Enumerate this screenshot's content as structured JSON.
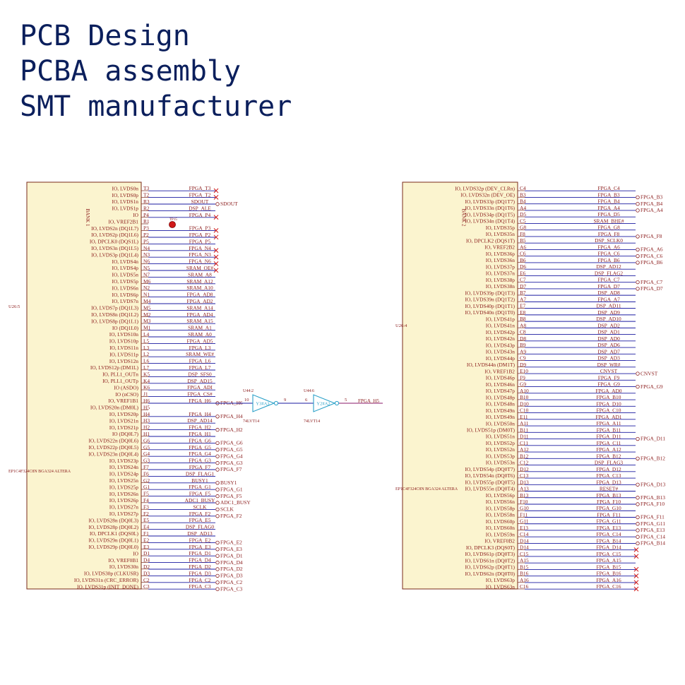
{
  "banner": {
    "line1": "PCB Design",
    "line2": "PCBA assembly",
    "line3": "SMT manufacturer"
  },
  "colors": {
    "body": "#fbf4cf",
    "outline": "#7a2a1a",
    "text": "#8a1a1a",
    "wire": "#1a1aa0",
    "buffer": "#2aa0c8",
    "mark": "#d01818"
  },
  "left_chip": {
    "bank_label": "BANK 1",
    "ref": "U26:5",
    "part": "EP1C4F324C8N  BGA324  ALTERA",
    "pins": [
      {
        "name": "IO, LVDS0n",
        "num": "T3",
        "net": "FPGA_T3",
        "x": true
      },
      {
        "name": "IO, LVDS0p",
        "num": "T2",
        "net": "FPGA_T2",
        "x": true
      },
      {
        "name": "IO, LVDS1n",
        "num": "R3",
        "net": "SDOUT",
        "ext": "SDOUT"
      },
      {
        "name": "IO, LVDS1p",
        "num": "R2",
        "net": "DSP_ALE"
      },
      {
        "name": "IO",
        "num": "P4",
        "net": "FPGA_P4",
        "x": true
      },
      {
        "name": "IO, VREF2B1",
        "num": "R1",
        "net": "",
        "tp": "TP15"
      },
      {
        "name": "IO, LVDS2n (DQ1L7)",
        "num": "P3",
        "net": "FPGA_P3",
        "x": true
      },
      {
        "name": "IO, LVDS2p (DQ1L6)",
        "num": "P2",
        "net": "FPGA_P2",
        "x": true
      },
      {
        "name": "IO, DPCLK0 (DQS1L)",
        "num": "P5",
        "net": "FPGA_P5"
      },
      {
        "name": "IO, LVDS3n (DQ1L5)",
        "num": "N4",
        "net": "FPGA_N4",
        "x": true
      },
      {
        "name": "IO, LVDS3p (DQ1L4)",
        "num": "N3",
        "net": "FPGA_N3",
        "x": true
      },
      {
        "name": "IO, LVDS4n",
        "num": "N6",
        "net": "FPGA_N6",
        "x": true
      },
      {
        "name": "IO, LVDS4p",
        "num": "N5",
        "net": "SRAM_OE#",
        "x": true
      },
      {
        "name": "IO, LVDS5n",
        "num": "N7",
        "net": "SRAM_A8"
      },
      {
        "name": "IO, LVDS5p",
        "num": "M6",
        "net": "SRAM_A12"
      },
      {
        "name": "IO, LVDS6n",
        "num": "N2",
        "net": "SRAM_A10"
      },
      {
        "name": "IO, LVDS6p",
        "num": "N1",
        "net": "FPGA_AD8"
      },
      {
        "name": "IO, LVDS7n",
        "num": "M4",
        "net": "FPGA_AD2"
      },
      {
        "name": "IO, LVDS7p (DQ1L3)",
        "num": "M5",
        "net": "SRAM_A14"
      },
      {
        "name": "IO, LVDS8n (DQ1L2)",
        "num": "M2",
        "net": "FPGA_AD4"
      },
      {
        "name": "IO, LVDS8p (DQ1L1)",
        "num": "M3",
        "net": "SRAM_A15"
      },
      {
        "name": "IO (DQ1L0)",
        "num": "M1",
        "net": "SRAM_A1"
      },
      {
        "name": "IO, LVDS10n",
        "num": "L4",
        "net": "SRAM_A0"
      },
      {
        "name": "IO, LVDS10p",
        "num": "L5",
        "net": "FPGA_AD5"
      },
      {
        "name": "IO, LVDS11n",
        "num": "L3",
        "net": "FPGA_L3"
      },
      {
        "name": "IO, LVDS11p",
        "num": "L2",
        "net": "SRAM_WE#"
      },
      {
        "name": "IO, LVDS12n",
        "num": "L6",
        "net": "FPGA_L6"
      },
      {
        "name": "IO, LVDS12p (DM1L)",
        "num": "L7",
        "net": "FPGA_L7"
      },
      {
        "name": "IO, PLL1_OUTn",
        "num": "K5",
        "net": "DSP_SFS0"
      },
      {
        "name": "IO, PLL1_OUTp",
        "num": "K4",
        "net": "DSP_AD15"
      },
      {
        "name": "IO (ASDO)",
        "num": "K6",
        "net": "FPGA_ADI"
      },
      {
        "name": "IO (nCSO)",
        "num": "J1",
        "net": "FPGA_CS#"
      },
      {
        "name": "IO, VREF1B1",
        "num": "H6",
        "net": "FPGA_H6",
        "ext": "FPGA_H6"
      },
      {
        "name": "IO, LVDS20n (DM0L)",
        "num": "H5",
        "net": ""
      },
      {
        "name": "IO, LVDS20p",
        "num": "H4",
        "net": "FPGA_H4",
        "ext": "FPGA_H4"
      },
      {
        "name": "IO, LVDS21n",
        "num": "H3",
        "net": "DSP_AD14"
      },
      {
        "name": "IO, LVDS21p",
        "num": "H2",
        "net": "FPGA_H2",
        "ext": "FPGA_H2"
      },
      {
        "name": "IO (DQ0L7)",
        "num": "H1",
        "net": "FPGA_H1"
      },
      {
        "name": "IO, LVDS22n (DQ0L6)",
        "num": "G6",
        "net": "FPGA_G6",
        "ext": "FPGA_G6"
      },
      {
        "name": "IO, LVDS22p (DQ0L5)",
        "num": "G5",
        "net": "FPGA_G5",
        "ext": "FPGA_G5"
      },
      {
        "name": "IO, LVDS23n (DQ0L4)",
        "num": "G4",
        "net": "FPGA_G4",
        "ext": "FPGA_G4"
      },
      {
        "name": "IO, LVDS23p",
        "num": "G3",
        "net": "FPGA_G3",
        "ext": "FPGA_G3"
      },
      {
        "name": "IO, LVDS24n",
        "num": "F7",
        "net": "FPGA_F7",
        "ext": "FPGA_F7"
      },
      {
        "name": "IO, LVDS24p",
        "num": "F6",
        "net": "DSP_FLAG1"
      },
      {
        "name": "IO, LVDS25n",
        "num": "G2",
        "net": "BUSY1",
        "ext": "BUSY1"
      },
      {
        "name": "IO, LVDS25p",
        "num": "G1",
        "net": "FPGA_G1",
        "ext": "FPGA_G1"
      },
      {
        "name": "IO, LVDS26n",
        "num": "F5",
        "net": "FPGA_F5",
        "ext": "FPGA_F5"
      },
      {
        "name": "IO, LVDS26p",
        "num": "F4",
        "net": "ADC1_BUSY",
        "ext": "ADC1_BUSY"
      },
      {
        "name": "IO, LVDS27n",
        "num": "F3",
        "net": "SCLK",
        "ext": "SCLK"
      },
      {
        "name": "IO, LVDS27p",
        "num": "F2",
        "net": "FPGA_F2",
        "ext": "FPGA_F2"
      },
      {
        "name": "IO, LVDS28n (DQ0L3)",
        "num": "E5",
        "net": "FPGA_E5"
      },
      {
        "name": "IO, LVDS28p (DQ0L2)",
        "num": "E4",
        "net": "DSP_FLAG0"
      },
      {
        "name": "IO, DPCLK1 (DQS0L)",
        "num": "F1",
        "net": "DSP_AD13"
      },
      {
        "name": "IO, LVDS29n (DQ0L1)",
        "num": "E2",
        "net": "FPGA_E2",
        "ext": "FPGA_E2"
      },
      {
        "name": "IO, LVDS29p (DQ0L0)",
        "num": "E3",
        "net": "FPGA_E3",
        "ext": "FPGA_E3"
      },
      {
        "name": "IO",
        "num": "D1",
        "net": "FPGA_D1",
        "ext": "FPGA_D1"
      },
      {
        "name": "IO, VREF0B1",
        "num": "D4",
        "net": "FPGA_D4",
        "ext": "FPGA_D4"
      },
      {
        "name": "IO, LVDS30n",
        "num": "D2",
        "net": "FPGA_D2",
        "ext": "FPGA_D2"
      },
      {
        "name": "IO, LVDS30p (CLKUSR)",
        "num": "D3",
        "net": "FPGA_D3",
        "ext": "FPGA_D3"
      },
      {
        "name": "IO, LVDS31n (CRC_ERROR)",
        "num": "C2",
        "net": "FPGA_C2",
        "ext": "FPGA_C2"
      },
      {
        "name": "IO, LVDS31p (INIT_DONE)",
        "num": "C3",
        "net": "FPGA_C3",
        "ext": "FPGA_C3"
      }
    ]
  },
  "right_chip": {
    "bank_label": "BANK 2",
    "ref": "U26:4",
    "part": "EP1C4F324C8N  BGA324  ALTERA",
    "pins": [
      {
        "name": "IO, LVDS32p (DEV_CLRn)",
        "num": "C4",
        "net": "FPGA_C4"
      },
      {
        "name": "IO, LVDS32n (DEV_OE)",
        "num": "B3",
        "net": "FPGA_B3",
        "ext": "FPGA_B3"
      },
      {
        "name": "IO, LVDS33p (DQ1T7)",
        "num": "B4",
        "net": "FPGA_B4",
        "ext": "FPGA_B4"
      },
      {
        "name": "IO, LVDS33n (DQ1T6)",
        "num": "A4",
        "net": "FPGA_A4",
        "ext": "FPGA_A4"
      },
      {
        "name": "IO, LVDS34p (DQ1T5)",
        "num": "D5",
        "net": "FPGA_D5"
      },
      {
        "name": "IO, LVDS34n (DQ1T4)",
        "num": "C5",
        "net": "SRAM_BHE#"
      },
      {
        "name": "IO, LVDS35p",
        "num": "G8",
        "net": "FPGA_G8"
      },
      {
        "name": "IO, LVDS35n",
        "num": "F8",
        "net": "FPGA_F8",
        "ext": "FPGA_F8"
      },
      {
        "name": "IO, DPCLK2 (DQS1T)",
        "num": "B5",
        "net": "DSP_SCLK0"
      },
      {
        "name": "IO, VREF2B2",
        "num": "A6",
        "net": "FPGA_A6",
        "ext": "FPGA_A6"
      },
      {
        "name": "IO, LVDS36p",
        "num": "C6",
        "net": "FPGA_C6",
        "ext": "FPGA_C6"
      },
      {
        "name": "IO, LVDS36n",
        "num": "B6",
        "net": "FPGA_B6",
        "ext": "FPGA_B6"
      },
      {
        "name": "IO, LVDS37p",
        "num": "D6",
        "net": "DSP_AD12"
      },
      {
        "name": "IO, LVDS37n",
        "num": "E6",
        "net": "DSP_FLAG2"
      },
      {
        "name": "IO, LVDS38p",
        "num": "C7",
        "net": "FPGA_C7",
        "ext": "FPGA_C7"
      },
      {
        "name": "IO, LVDS38n",
        "num": "D7",
        "net": "FPGA_D7",
        "ext": "FPGA_D7"
      },
      {
        "name": "IO, LVDS39p (DQ1T3)",
        "num": "B7",
        "net": "DSP_AD8"
      },
      {
        "name": "IO, LVDS39n (DQ1T2)",
        "num": "A7",
        "net": "FPGA_A7"
      },
      {
        "name": "IO, LVDS40p (DQ1T1)",
        "num": "E7",
        "net": "DSP_AD11"
      },
      {
        "name": "IO, LVDS40n (DQ1T0)",
        "num": "E8",
        "net": "DSP_AD9"
      },
      {
        "name": "IO, LVDS41p",
        "num": "B8",
        "net": "DSP_AD10"
      },
      {
        "name": "IO, LVDS41n",
        "num": "A8",
        "net": "DSP_AD2"
      },
      {
        "name": "IO, LVDS42p",
        "num": "C8",
        "net": "DSP_AD1"
      },
      {
        "name": "IO, LVDS42n",
        "num": "D8",
        "net": "DSP_AD0"
      },
      {
        "name": "IO, LVDS43p",
        "num": "B9",
        "net": "DSP_AD6"
      },
      {
        "name": "IO, LVDS43n",
        "num": "A9",
        "net": "DSP_AD7"
      },
      {
        "name": "IO, LVDS44p",
        "num": "C9",
        "net": "DSP_AD3"
      },
      {
        "name": "IO, LVDS44n (DM1T)",
        "num": "D9",
        "net": "DSP_WR#"
      },
      {
        "name": "IO, VREF1B2",
        "num": "E10",
        "net": "CNVST",
        "ext": "CNVST"
      },
      {
        "name": "IO, LVDS46p",
        "num": "F9",
        "net": "FPGA_F9"
      },
      {
        "name": "IO, LVDS46n",
        "num": "G9",
        "net": "FPGA_G9",
        "ext": "FPGA_G9"
      },
      {
        "name": "IO, LVDS47p",
        "num": "A10",
        "net": "FPGA_AD0"
      },
      {
        "name": "IO, LVDS48p",
        "num": "B10",
        "net": "FPGA_B10"
      },
      {
        "name": "IO, LVDS48n",
        "num": "D10",
        "net": "FPGA_D10"
      },
      {
        "name": "IO, LVDS49n",
        "num": "C10",
        "net": "FPGA_C10"
      },
      {
        "name": "IO, LVDS49n",
        "num": "E11",
        "net": "FPGA_AD1"
      },
      {
        "name": "IO, LVDS50n",
        "num": "A11",
        "net": "FPGA_A11"
      },
      {
        "name": "IO, LVDS51p (DM0T)",
        "num": "B11",
        "net": "FPGA_B11"
      },
      {
        "name": "IO, LVDS51n",
        "num": "D11",
        "net": "FPGA_D11",
        "ext": "FPGA_D11"
      },
      {
        "name": "IO, LVDS52p",
        "num": "C11",
        "net": "FPGA_C11"
      },
      {
        "name": "IO, LVDS52n",
        "num": "A12",
        "net": "FPGA_A12"
      },
      {
        "name": "IO, LVDS53p",
        "num": "B12",
        "net": "FPGA_B12",
        "ext": "FPGA_B12"
      },
      {
        "name": "IO, LVDS53n",
        "num": "C12",
        "net": "DSP_FLAG3"
      },
      {
        "name": "IO, LVDS54p (DQ0T7)",
        "num": "D12",
        "net": "FPGA_D12"
      },
      {
        "name": "IO, LVDS54n (DQ0T6)",
        "num": "C13",
        "net": "FPGA_C13"
      },
      {
        "name": "IO, LVDS55p (DQ0T5)",
        "num": "D13",
        "net": "FPGA_D13",
        "ext": "FPGA_D13"
      },
      {
        "name": "IO, LVDS55n (DQ0T4)",
        "num": "A13",
        "net": "RESET#"
      },
      {
        "name": "IO, LVDS56p",
        "num": "B13",
        "net": "FPGA_B13",
        "ext": "FPGA_B13"
      },
      {
        "name": "IO, LVDS56n",
        "num": "F10",
        "net": "FPGA_F10",
        "ext": "FPGA_F10"
      },
      {
        "name": "IO, LVDS58p",
        "num": "G10",
        "net": "FPGA_G10"
      },
      {
        "name": "IO, LVDS58n",
        "num": "F11",
        "net": "FPGA_F11",
        "ext": "FPGA_F11"
      },
      {
        "name": "IO, LVDS60p",
        "num": "G11",
        "net": "FPGA_G11",
        "ext": "FPGA_G11"
      },
      {
        "name": "IO, LVDS60n",
        "num": "E13",
        "net": "FPGA_E13",
        "ext": "FPGA_E13"
      },
      {
        "name": "IO, LVDS59n",
        "num": "C14",
        "net": "FPGA_C14",
        "ext": "FPGA_C14"
      },
      {
        "name": "IO, VREF0B2",
        "num": "D14",
        "net": "FPGA_B14",
        "ext": "FPGA_B14"
      },
      {
        "name": "IO, DPCLK3 (DQS0T)",
        "num": "D14",
        "net": "FPGA_D14",
        "x": true
      },
      {
        "name": "IO, LVDS61p (DQ0T3)",
        "num": "C15",
        "net": "FPGA_C15",
        "x": true
      },
      {
        "name": "IO, LVDS61n (DQ0T2)",
        "num": "A15",
        "net": "FPGA_A15"
      },
      {
        "name": "IO, LVDS62p (DQ0T1)",
        "num": "B15",
        "net": "FPGA_B15",
        "x": true
      },
      {
        "name": "IO, LVDS62n (DQ0T0)",
        "num": "B16",
        "net": "FPGA_B16",
        "x": true
      },
      {
        "name": "IO, LVDS63p",
        "num": "A16",
        "net": "FPGA_A16",
        "x": true
      },
      {
        "name": "IO, LVDS63n",
        "num": "C16",
        "net": "FPGA_C16",
        "x": true
      }
    ]
  },
  "buffer": {
    "gate1": {
      "ref": "U44:2",
      "pin_in": "10",
      "pin_out": "9",
      "label": "Y3#A3",
      "part": "74LVT14"
    },
    "gate2": {
      "ref": "U44:6",
      "pin_in": "6",
      "pin_out": "5",
      "label": "Y2#A2",
      "part": "74LVT14"
    },
    "out_net": "FPGA_H5"
  }
}
